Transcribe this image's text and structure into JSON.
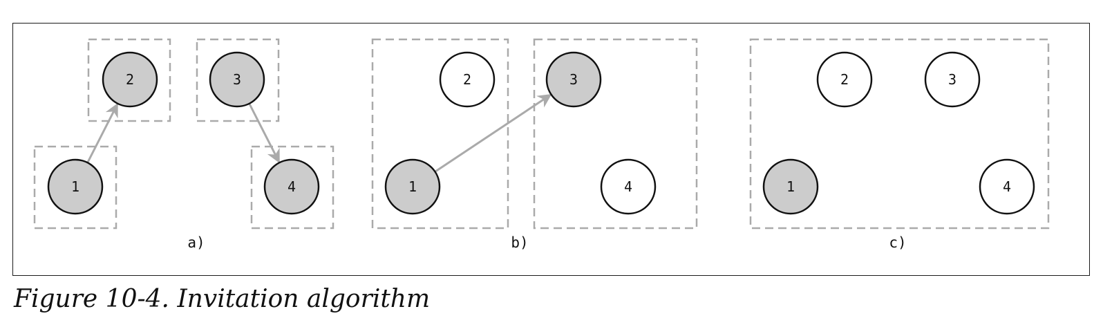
{
  "caption": "Figure 10-4. Invitation algorithm",
  "colors": {
    "group_border": "#aaaaaa",
    "arrow": "#aaaaaa",
    "highlighted_fill": "#cccccc",
    "plain_fill": "#ffffff",
    "stroke": "#111111"
  },
  "panels": [
    {
      "label": "a)",
      "nodes": [
        {
          "id": "1",
          "highlighted": true
        },
        {
          "id": "2",
          "highlighted": true
        },
        {
          "id": "3",
          "highlighted": true
        },
        {
          "id": "4",
          "highlighted": true
        }
      ],
      "groups": [
        [
          "1"
        ],
        [
          "2"
        ],
        [
          "3"
        ],
        [
          "4"
        ]
      ],
      "arrows": [
        {
          "from": "1",
          "to": "2"
        },
        {
          "from": "3",
          "to": "4"
        }
      ]
    },
    {
      "label": "b)",
      "nodes": [
        {
          "id": "1",
          "highlighted": true
        },
        {
          "id": "2",
          "highlighted": false
        },
        {
          "id": "3",
          "highlighted": true
        },
        {
          "id": "4",
          "highlighted": false
        }
      ],
      "groups": [
        [
          "1",
          "2"
        ],
        [
          "3",
          "4"
        ]
      ],
      "arrows": [
        {
          "from": "1",
          "to": "3"
        }
      ]
    },
    {
      "label": "c)",
      "nodes": [
        {
          "id": "1",
          "highlighted": true
        },
        {
          "id": "2",
          "highlighted": false
        },
        {
          "id": "3",
          "highlighted": false
        },
        {
          "id": "4",
          "highlighted": false
        }
      ],
      "groups": [
        [
          "1",
          "2",
          "3",
          "4"
        ]
      ],
      "arrows": []
    }
  ]
}
